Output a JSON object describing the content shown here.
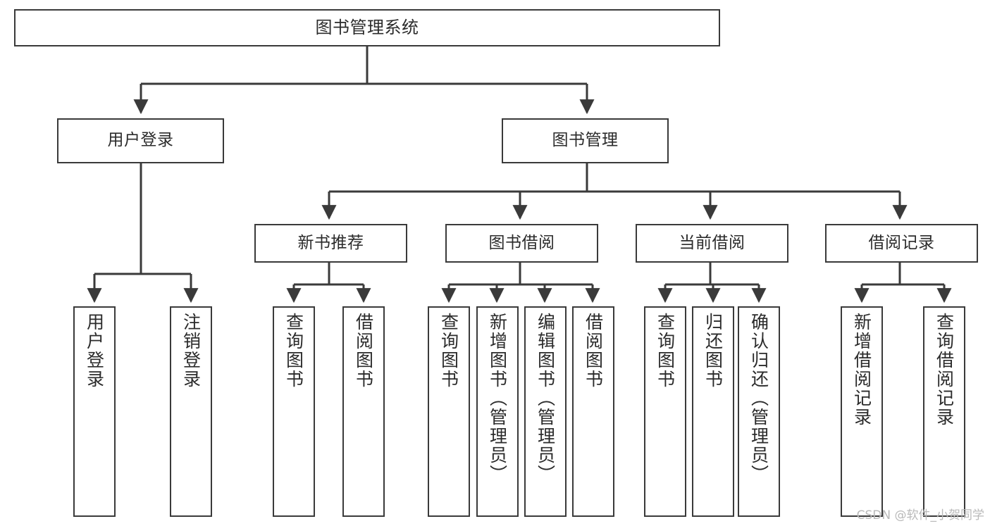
{
  "diagram": {
    "title": "图书管理系统",
    "type": "tree-hierarchy-chart",
    "colors": {
      "box_border": "#3a3a3a",
      "box_fill": "#ffffff",
      "edge": "#3a3a3a",
      "text": "#2b2b2b",
      "watermark": "#b9b9b9",
      "background": "#ffffff"
    },
    "root": {
      "label": "图书管理系统"
    },
    "level2": [
      {
        "label": "用户登录"
      },
      {
        "label": "图书管理"
      }
    ],
    "level3": [
      {
        "label": "新书推荐"
      },
      {
        "label": "图书借阅"
      },
      {
        "label": "当前借阅"
      },
      {
        "label": "借阅记录"
      }
    ],
    "leaves": {
      "user_login": [
        {
          "label": "用户登录"
        },
        {
          "label": "注销登录"
        }
      ],
      "new_book_recommend": [
        {
          "label": "查询图书"
        },
        {
          "label": "借阅图书"
        }
      ],
      "book_borrow": [
        {
          "label": "查询图书"
        },
        {
          "label": "新增图书（管理员）"
        },
        {
          "label": "编辑图书（管理员）"
        },
        {
          "label": "借阅图书"
        }
      ],
      "current_borrow": [
        {
          "label": "查询图书"
        },
        {
          "label": "归还图书"
        },
        {
          "label": "确认归还（管理员）"
        }
      ],
      "borrow_record": [
        {
          "label": "新增借阅记录"
        },
        {
          "label": "查询借阅记录"
        }
      ]
    }
  },
  "watermark": {
    "text": "CSDN @软件_小贺同学"
  }
}
